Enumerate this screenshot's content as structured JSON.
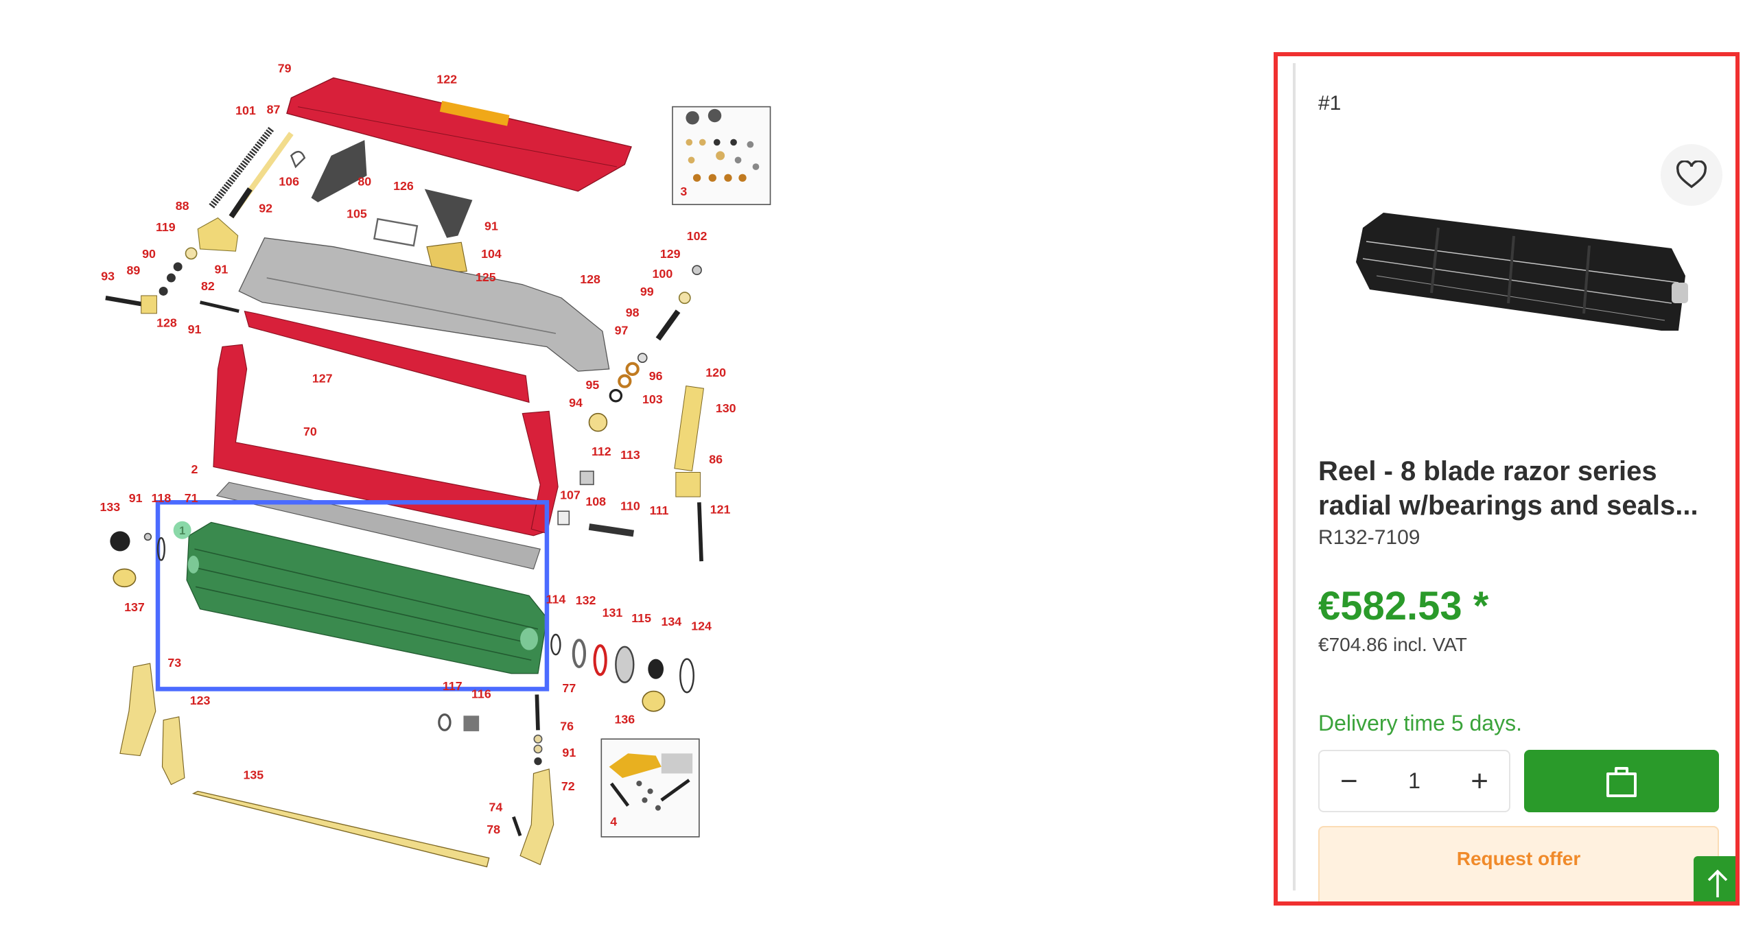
{
  "diagram": {
    "labels": [
      "79",
      "122",
      "101",
      "87",
      "106",
      "80",
      "126",
      "88",
      "92",
      "119",
      "105",
      "91",
      "104",
      "90",
      "91",
      "93",
      "89",
      "82",
      "128",
      "91",
      "125",
      "128",
      "102",
      "129",
      "100",
      "99",
      "98",
      "97",
      "127",
      "96",
      "95",
      "94",
      "103",
      "120",
      "130",
      "70",
      "112",
      "113",
      "86",
      "2",
      "107",
      "108",
      "110",
      "111",
      "121",
      "133",
      "91",
      "118",
      "71",
      "137",
      "114",
      "132",
      "131",
      "115",
      "134",
      "124",
      "73",
      "77",
      "117",
      "116",
      "123",
      "136",
      "76",
      "91",
      "72",
      "135",
      "74",
      "78"
    ],
    "selected_marker": "1",
    "inset_labels": [
      "3",
      "4"
    ]
  },
  "product": {
    "position": "#1",
    "title_line1": "Reel - 8 blade razor series",
    "title_line2": "radial w/bearings and seals...",
    "sku": "R132-7109",
    "price": "€582.53 *",
    "price_incl_vat": "€704.86 incl. VAT",
    "delivery": "Delivery time 5 days.",
    "quantity": "1",
    "decrement": "−",
    "increment": "+",
    "request_offer": "Request offer"
  },
  "colors": {
    "accent": "#2a9a2a",
    "highlight": "#f03030",
    "selection": "#4b6bff",
    "offer": "#f08a2a"
  }
}
